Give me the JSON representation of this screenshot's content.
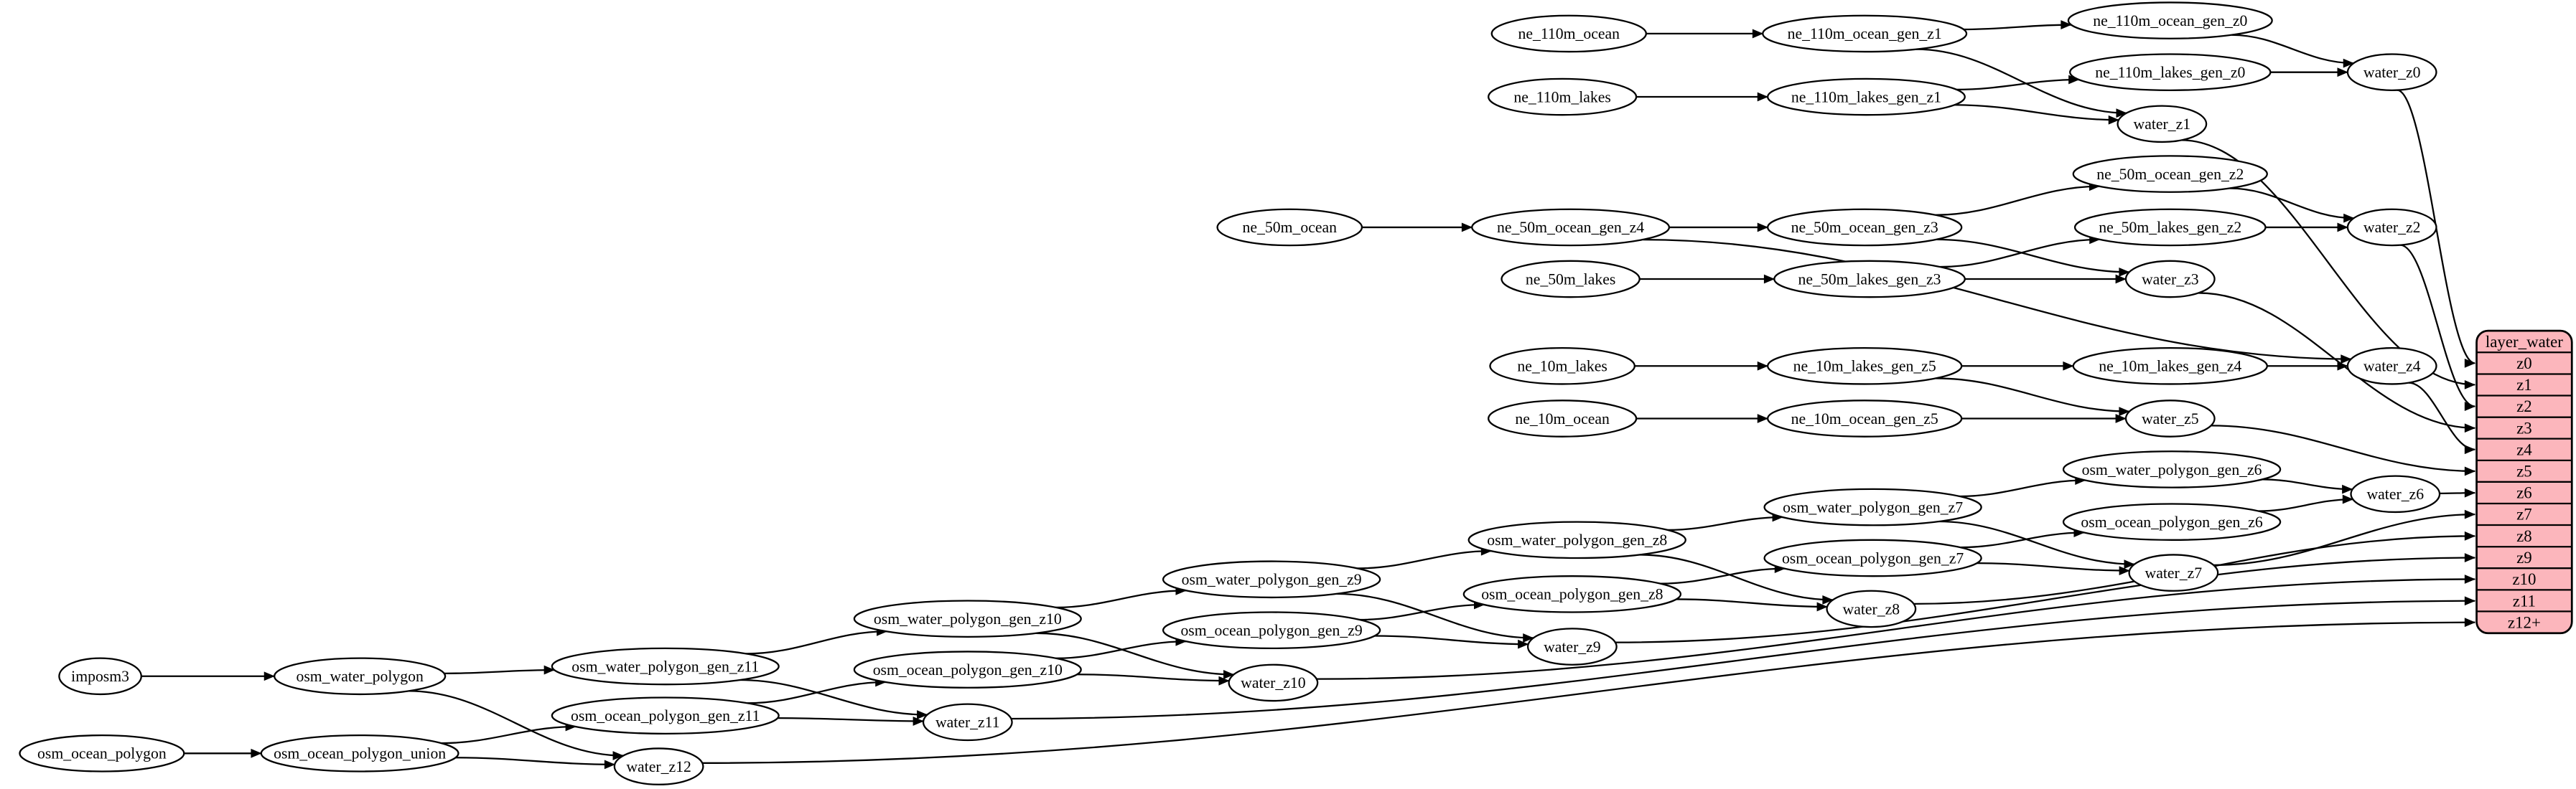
{
  "diagram": {
    "background": "#ffffff",
    "node_fill": "#ffffff",
    "node_stroke": "#000000",
    "edge_color": "#000000",
    "record": {
      "title": "layer_water",
      "fill": "#fcb6bc",
      "stroke": "#000000",
      "rows": [
        "z0",
        "z1",
        "z2",
        "z3",
        "z4",
        "z5",
        "z6",
        "z7",
        "z8",
        "z9",
        "z10",
        "z11",
        "z12+"
      ]
    },
    "nodes": {
      "ne_110m_ocean": "ne_110m_ocean",
      "ne_110m_ocean_gen_z1": "ne_110m_ocean_gen_z1",
      "ne_110m_ocean_gen_z0": "ne_110m_ocean_gen_z0",
      "ne_110m_lakes": "ne_110m_lakes",
      "ne_110m_lakes_gen_z1": "ne_110m_lakes_gen_z1",
      "ne_110m_lakes_gen_z0": "ne_110m_lakes_gen_z0",
      "water_z0": "water_z0",
      "water_z1": "water_z1",
      "ne_50m_ocean": "ne_50m_ocean",
      "ne_50m_ocean_gen_z4": "ne_50m_ocean_gen_z4",
      "ne_50m_ocean_gen_z3": "ne_50m_ocean_gen_z3",
      "ne_50m_ocean_gen_z2": "ne_50m_ocean_gen_z2",
      "ne_50m_lakes": "ne_50m_lakes",
      "ne_50m_lakes_gen_z3": "ne_50m_lakes_gen_z3",
      "ne_50m_lakes_gen_z2": "ne_50m_lakes_gen_z2",
      "water_z2": "water_z2",
      "water_z3": "water_z3",
      "ne_10m_lakes": "ne_10m_lakes",
      "ne_10m_lakes_gen_z5": "ne_10m_lakes_gen_z5",
      "ne_10m_lakes_gen_z4": "ne_10m_lakes_gen_z4",
      "water_z4": "water_z4",
      "ne_10m_ocean": "ne_10m_ocean",
      "ne_10m_ocean_gen_z5": "ne_10m_ocean_gen_z5",
      "water_z5": "water_z5",
      "osm_water_polygon_gen_z6": "osm_water_polygon_gen_z6",
      "water_z6": "water_z6",
      "osm_water_polygon_gen_z7": "osm_water_polygon_gen_z7",
      "osm_ocean_polygon_gen_z6": "osm_ocean_polygon_gen_z6",
      "osm_water_polygon_gen_z8": "osm_water_polygon_gen_z8",
      "osm_ocean_polygon_gen_z7": "osm_ocean_polygon_gen_z7",
      "water_z7": "water_z7",
      "osm_water_polygon_gen_z9": "osm_water_polygon_gen_z9",
      "osm_ocean_polygon_gen_z8": "osm_ocean_polygon_gen_z8",
      "water_z8": "water_z8",
      "osm_water_polygon_gen_z10": "osm_water_polygon_gen_z10",
      "osm_ocean_polygon_gen_z9": "osm_ocean_polygon_gen_z9",
      "water_z9": "water_z9",
      "osm_water_polygon_gen_z11": "osm_water_polygon_gen_z11",
      "osm_ocean_polygon_gen_z10": "osm_ocean_polygon_gen_z10",
      "water_z10": "water_z10",
      "imposm3": "imposm3",
      "osm_water_polygon": "osm_water_polygon",
      "osm_ocean_polygon_gen_z11": "osm_ocean_polygon_gen_z11",
      "water_z11": "water_z11",
      "osm_ocean_polygon": "osm_ocean_polygon",
      "osm_ocean_polygon_union": "osm_ocean_polygon_union",
      "water_z12": "water_z12"
    },
    "edges": [
      {
        "from": "ne_110m_ocean",
        "to": "ne_110m_ocean_gen_z1"
      },
      {
        "from": "ne_110m_ocean_gen_z1",
        "to": "ne_110m_ocean_gen_z0"
      },
      {
        "from": "ne_110m_ocean_gen_z1",
        "to": "water_z1"
      },
      {
        "from": "ne_110m_ocean_gen_z0",
        "to": "water_z0"
      },
      {
        "from": "ne_110m_lakes",
        "to": "ne_110m_lakes_gen_z1"
      },
      {
        "from": "ne_110m_lakes_gen_z1",
        "to": "ne_110m_lakes_gen_z0"
      },
      {
        "from": "ne_110m_lakes_gen_z1",
        "to": "water_z1"
      },
      {
        "from": "ne_110m_lakes_gen_z0",
        "to": "water_z0"
      },
      {
        "from": "water_z0",
        "to": "layer_water.z0"
      },
      {
        "from": "water_z1",
        "to": "layer_water.z1"
      },
      {
        "from": "ne_50m_ocean",
        "to": "ne_50m_ocean_gen_z4"
      },
      {
        "from": "ne_50m_ocean_gen_z4",
        "to": "ne_50m_ocean_gen_z3"
      },
      {
        "from": "ne_50m_ocean_gen_z4",
        "to": "water_z4"
      },
      {
        "from": "ne_50m_ocean_gen_z3",
        "to": "ne_50m_ocean_gen_z2"
      },
      {
        "from": "ne_50m_ocean_gen_z3",
        "to": "water_z3"
      },
      {
        "from": "ne_50m_ocean_gen_z2",
        "to": "water_z2"
      },
      {
        "from": "ne_50m_lakes",
        "to": "ne_50m_lakes_gen_z3"
      },
      {
        "from": "ne_50m_lakes_gen_z3",
        "to": "ne_50m_lakes_gen_z2"
      },
      {
        "from": "ne_50m_lakes_gen_z3",
        "to": "water_z3"
      },
      {
        "from": "ne_50m_lakes_gen_z2",
        "to": "water_z2"
      },
      {
        "from": "water_z2",
        "to": "layer_water.z2"
      },
      {
        "from": "water_z3",
        "to": "layer_water.z3"
      },
      {
        "from": "ne_10m_lakes",
        "to": "ne_10m_lakes_gen_z5"
      },
      {
        "from": "ne_10m_lakes_gen_z5",
        "to": "ne_10m_lakes_gen_z4"
      },
      {
        "from": "ne_10m_lakes_gen_z5",
        "to": "water_z5"
      },
      {
        "from": "ne_10m_lakes_gen_z4",
        "to": "water_z4"
      },
      {
        "from": "ne_10m_ocean",
        "to": "ne_10m_ocean_gen_z5"
      },
      {
        "from": "ne_10m_ocean_gen_z5",
        "to": "water_z5"
      },
      {
        "from": "water_z4",
        "to": "layer_water.z4"
      },
      {
        "from": "water_z5",
        "to": "layer_water.z5"
      },
      {
        "from": "imposm3",
        "to": "osm_water_polygon"
      },
      {
        "from": "osm_water_polygon",
        "to": "osm_water_polygon_gen_z11"
      },
      {
        "from": "osm_water_polygon",
        "to": "water_z12"
      },
      {
        "from": "osm_water_polygon_gen_z11",
        "to": "osm_water_polygon_gen_z10"
      },
      {
        "from": "osm_water_polygon_gen_z11",
        "to": "water_z11"
      },
      {
        "from": "osm_water_polygon_gen_z10",
        "to": "osm_water_polygon_gen_z9"
      },
      {
        "from": "osm_water_polygon_gen_z10",
        "to": "water_z10"
      },
      {
        "from": "osm_water_polygon_gen_z9",
        "to": "osm_water_polygon_gen_z8"
      },
      {
        "from": "osm_water_polygon_gen_z9",
        "to": "water_z9"
      },
      {
        "from": "osm_water_polygon_gen_z8",
        "to": "osm_water_polygon_gen_z7"
      },
      {
        "from": "osm_water_polygon_gen_z8",
        "to": "water_z8"
      },
      {
        "from": "osm_water_polygon_gen_z7",
        "to": "osm_water_polygon_gen_z6"
      },
      {
        "from": "osm_water_polygon_gen_z7",
        "to": "water_z7"
      },
      {
        "from": "osm_water_polygon_gen_z6",
        "to": "water_z6"
      },
      {
        "from": "osm_ocean_polygon",
        "to": "osm_ocean_polygon_union"
      },
      {
        "from": "osm_ocean_polygon_union",
        "to": "osm_ocean_polygon_gen_z11"
      },
      {
        "from": "osm_ocean_polygon_union",
        "to": "water_z12"
      },
      {
        "from": "osm_ocean_polygon_gen_z11",
        "to": "osm_ocean_polygon_gen_z10"
      },
      {
        "from": "osm_ocean_polygon_gen_z11",
        "to": "water_z11"
      },
      {
        "from": "osm_ocean_polygon_gen_z10",
        "to": "osm_ocean_polygon_gen_z9"
      },
      {
        "from": "osm_ocean_polygon_gen_z10",
        "to": "water_z10"
      },
      {
        "from": "osm_ocean_polygon_gen_z9",
        "to": "osm_ocean_polygon_gen_z8"
      },
      {
        "from": "osm_ocean_polygon_gen_z9",
        "to": "water_z9"
      },
      {
        "from": "osm_ocean_polygon_gen_z8",
        "to": "osm_ocean_polygon_gen_z7"
      },
      {
        "from": "osm_ocean_polygon_gen_z8",
        "to": "water_z8"
      },
      {
        "from": "osm_ocean_polygon_gen_z7",
        "to": "osm_ocean_polygon_gen_z6"
      },
      {
        "from": "osm_ocean_polygon_gen_z7",
        "to": "water_z7"
      },
      {
        "from": "osm_ocean_polygon_gen_z6",
        "to": "water_z6"
      },
      {
        "from": "water_z6",
        "to": "layer_water.z6"
      },
      {
        "from": "water_z7",
        "to": "layer_water.z7"
      },
      {
        "from": "water_z8",
        "to": "layer_water.z8"
      },
      {
        "from": "water_z9",
        "to": "layer_water.z9"
      },
      {
        "from": "water_z10",
        "to": "layer_water.z10"
      },
      {
        "from": "water_z11",
        "to": "layer_water.z11"
      },
      {
        "from": "water_z12",
        "to": "layer_water.z12+"
      }
    ]
  }
}
